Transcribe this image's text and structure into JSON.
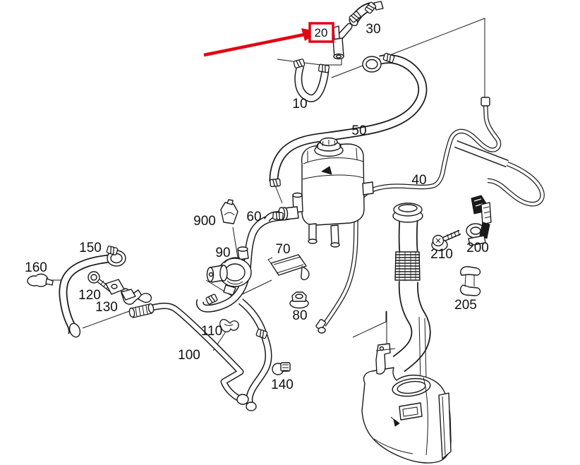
{
  "diagram": {
    "type": "automotive-parts-line-diagram",
    "description": "Exploded parts diagram of coolant expansion tank, hoses, auxiliary pump and washer reservoir with numbered callouts",
    "highlight": {
      "part": "20",
      "has_red_box": true,
      "has_red_arrow": true
    }
  },
  "colors": {
    "line": "#1a1a1a",
    "background": "#ffffff",
    "highlight_red": "#e30613",
    "label_text": "#111111"
  },
  "labels": {
    "n10": "10",
    "n20": "20",
    "n30": "30",
    "n40": "40",
    "n50": "50",
    "n60": "60",
    "n70": "70",
    "n80": "80",
    "n90": "90",
    "n100": "100",
    "n110": "110",
    "n120": "120",
    "n130": "130",
    "n140": "140",
    "n150": "150",
    "n160": "160",
    "n200": "200",
    "n205": "205",
    "n210": "210",
    "n900": "900"
  }
}
